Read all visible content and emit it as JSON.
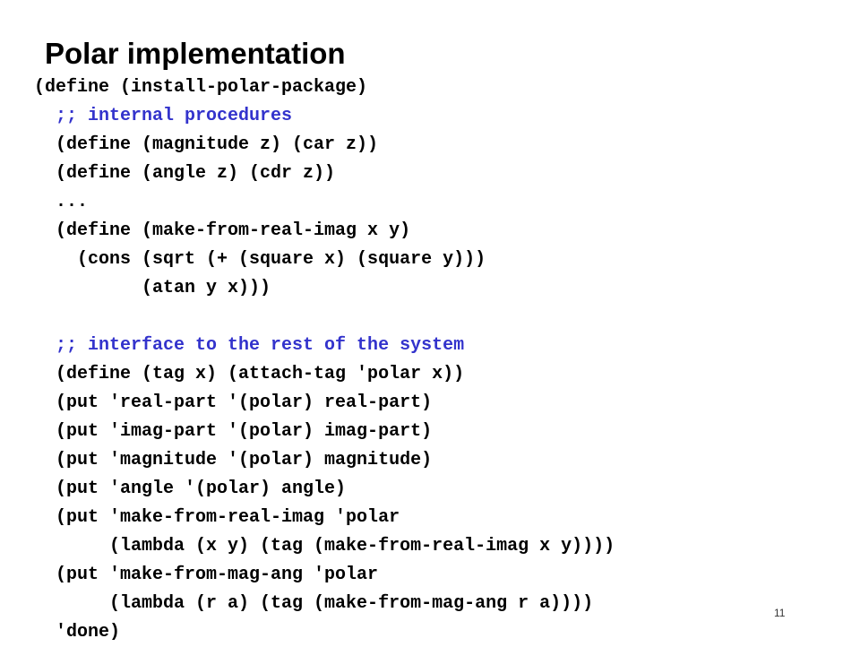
{
  "slide": {
    "title": "Polar implementation",
    "page_number": "11",
    "comment_color": "#3333cc",
    "text_color": "#000000",
    "code_lines": [
      {
        "text": "(define (install-polar-package)",
        "comment": false
      },
      {
        "text": "  ;; internal procedures",
        "comment": true
      },
      {
        "text": "  (define (magnitude z) (car z))",
        "comment": false
      },
      {
        "text": "  (define (angle z) (cdr z))",
        "comment": false
      },
      {
        "text": "  ...",
        "comment": false
      },
      {
        "text": "  (define (make-from-real-imag x y)",
        "comment": false
      },
      {
        "text": "    (cons (sqrt (+ (square x) (square y)))",
        "comment": false
      },
      {
        "text": "          (atan y x)))",
        "comment": false
      },
      {
        "text": "",
        "comment": false
      },
      {
        "text": "  ;; interface to the rest of the system",
        "comment": true
      },
      {
        "text": "  (define (tag x) (attach-tag 'polar x))",
        "comment": false
      },
      {
        "text": "  (put 'real-part '(polar) real-part)",
        "comment": false
      },
      {
        "text": "  (put 'imag-part '(polar) imag-part)",
        "comment": false
      },
      {
        "text": "  (put 'magnitude '(polar) magnitude)",
        "comment": false
      },
      {
        "text": "  (put 'angle '(polar) angle)",
        "comment": false
      },
      {
        "text": "  (put 'make-from-real-imag 'polar",
        "comment": false
      },
      {
        "text": "       (lambda (x y) (tag (make-from-real-imag x y))))",
        "comment": false
      },
      {
        "text": "  (put 'make-from-mag-ang 'polar",
        "comment": false
      },
      {
        "text": "       (lambda (r a) (tag (make-from-mag-ang r a))))",
        "comment": false
      },
      {
        "text": "  'done)",
        "comment": false
      }
    ]
  }
}
